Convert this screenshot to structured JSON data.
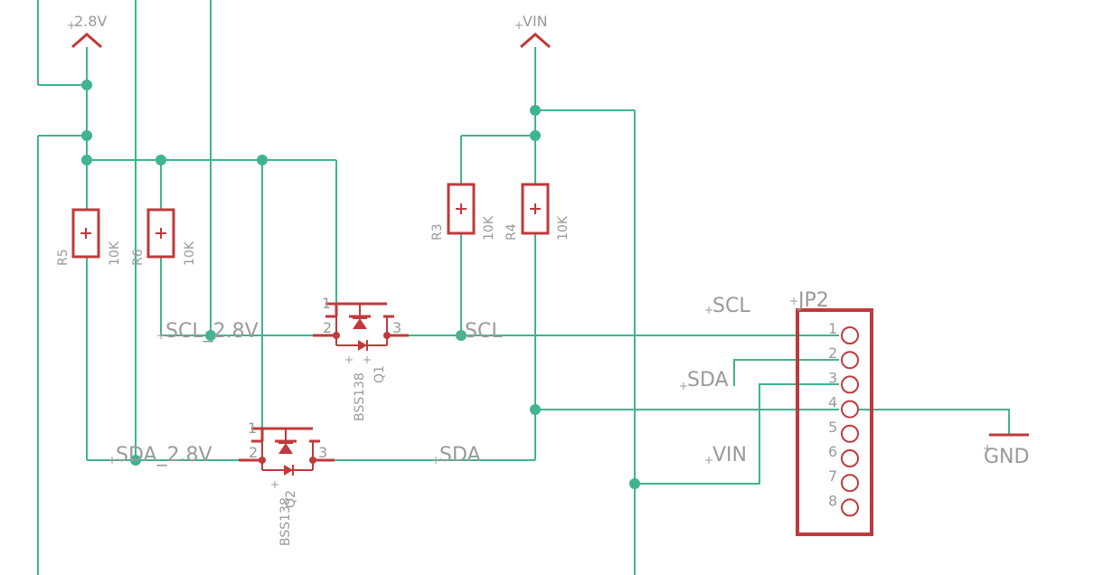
{
  "supplies": {
    "v28": "2.8V",
    "vin": "VIN",
    "gnd": "GND"
  },
  "resistors": {
    "r5": {
      "name": "R5",
      "value": "10K"
    },
    "r6": {
      "name": "R6",
      "value": "10K"
    },
    "r3": {
      "name": "R3",
      "value": "10K"
    },
    "r4": {
      "name": "R4",
      "value": "10K"
    }
  },
  "mosfets": {
    "q1": {
      "name": "Q1",
      "part": "BSS138",
      "pin_gate": "1",
      "pin_source": "2",
      "pin_drain": "3"
    },
    "q2": {
      "name": "Q2",
      "part": "BSS138",
      "pin_gate": "1",
      "pin_source": "2",
      "pin_drain": "3"
    }
  },
  "nets": {
    "scl_28": "SCL_2.8V",
    "sda_28": "SDA_2.8V",
    "scl_hi": "SCL",
    "sda_hi": "SDA",
    "scl_conn": "SCL",
    "sda_conn": "SDA",
    "vin_conn": "VIN"
  },
  "connector": {
    "name": "JP2",
    "pins": [
      "1",
      "2",
      "3",
      "4",
      "5",
      "6",
      "7",
      "8"
    ]
  },
  "colors": {
    "wire": "#3fb48f",
    "symbol": "#c0393b",
    "label": "#9a9a9a"
  }
}
